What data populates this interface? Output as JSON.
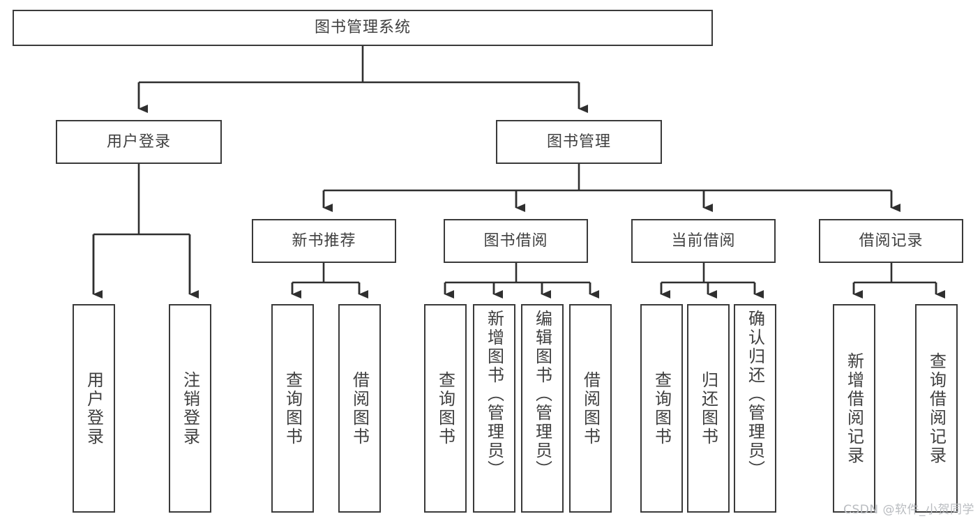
{
  "diagram": {
    "title": "图书管理系统",
    "style": {
      "border_color": "#3a3a3a",
      "text_color": "#3f3f3f",
      "background": "#ffffff",
      "edge_color": "#2f2f2f"
    },
    "nodes": {
      "root": {
        "label": "图书管理系统"
      },
      "level2": [
        {
          "id": "user-login",
          "label": "用户登录"
        },
        {
          "id": "book-manage",
          "label": "图书管理"
        }
      ],
      "level3": [
        {
          "id": "new-book-recommend",
          "label": "新书推荐"
        },
        {
          "id": "book-borrow",
          "label": "图书借阅"
        },
        {
          "id": "current-borrow",
          "label": "当前借阅"
        },
        {
          "id": "borrow-record",
          "label": "借阅记录"
        }
      ],
      "leaves": {
        "user_login": [
          {
            "id": "leaf-user-login",
            "label": "用户登录"
          },
          {
            "id": "leaf-logout-login",
            "label": "注销登录"
          }
        ],
        "new_book_recommend": [
          {
            "id": "leaf-query-book-1",
            "label": "查询图书"
          },
          {
            "id": "leaf-borrow-book-1",
            "label": "借阅图书"
          }
        ],
        "book_borrow": [
          {
            "id": "leaf-query-book-2",
            "label": "查询图书"
          },
          {
            "id": "leaf-add-book-admin",
            "label": "新增图书（管理员）"
          },
          {
            "id": "leaf-edit-book-admin",
            "label": "编辑图书（管理员）"
          },
          {
            "id": "leaf-borrow-book-2",
            "label": "借阅图书"
          }
        ],
        "current_borrow": [
          {
            "id": "leaf-query-book-3",
            "label": "查询图书"
          },
          {
            "id": "leaf-return-book",
            "label": "归还图书"
          },
          {
            "id": "leaf-confirm-return-admin",
            "label": "确认归还（管理员）"
          }
        ],
        "borrow_record": [
          {
            "id": "leaf-add-borrow-record",
            "label": "新增借阅记录"
          },
          {
            "id": "leaf-query-borrow-record",
            "label": "查询借阅记录"
          }
        ]
      }
    }
  },
  "watermark": {
    "text": "CSDN @软件_小贺同学"
  }
}
